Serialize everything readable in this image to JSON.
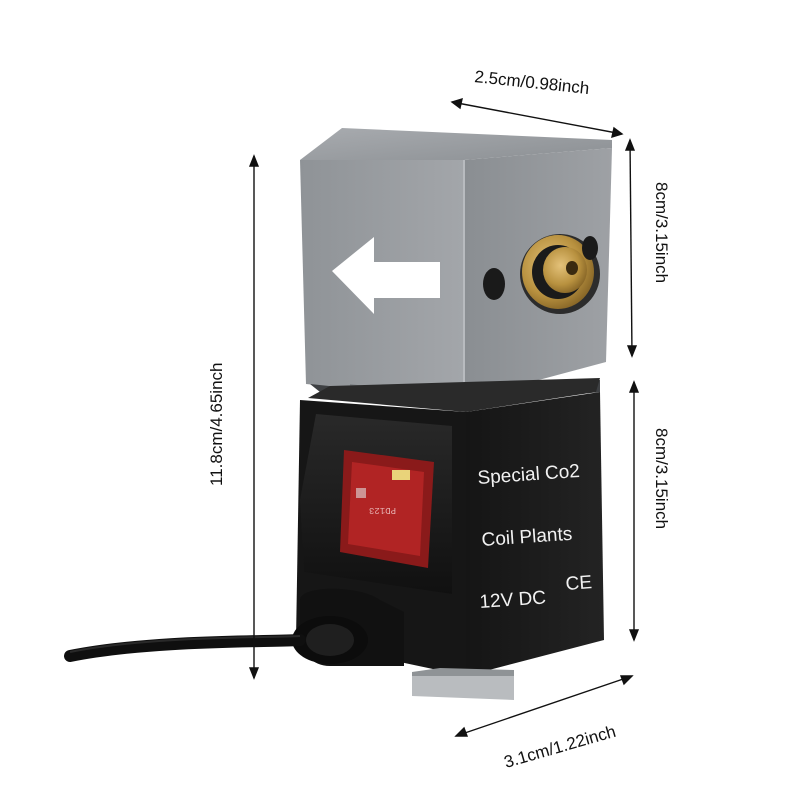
{
  "product": {
    "coil_label_line1": "Special Co2",
    "coil_label_line2": "Coil Plants",
    "coil_label_voltage": "12V DC",
    "coil_label_mark": "CE",
    "pcb_text": "PD123"
  },
  "dimensions": {
    "width_top": "2.5cm/0.98inch",
    "height_valve": "8cm/3.15inch",
    "height_coil": "8cm/3.15inch",
    "height_total": "11.8cm/4.65inch",
    "depth_bottom": "3.1cm/1.22inch"
  },
  "colors": {
    "valve_body": "#9a9da1",
    "coil_body": "#1c1c1c",
    "brass_fitting": "#b8913f",
    "arrow": "#ffffff"
  },
  "icons": {
    "flow_direction": "arrow-left-icon"
  }
}
